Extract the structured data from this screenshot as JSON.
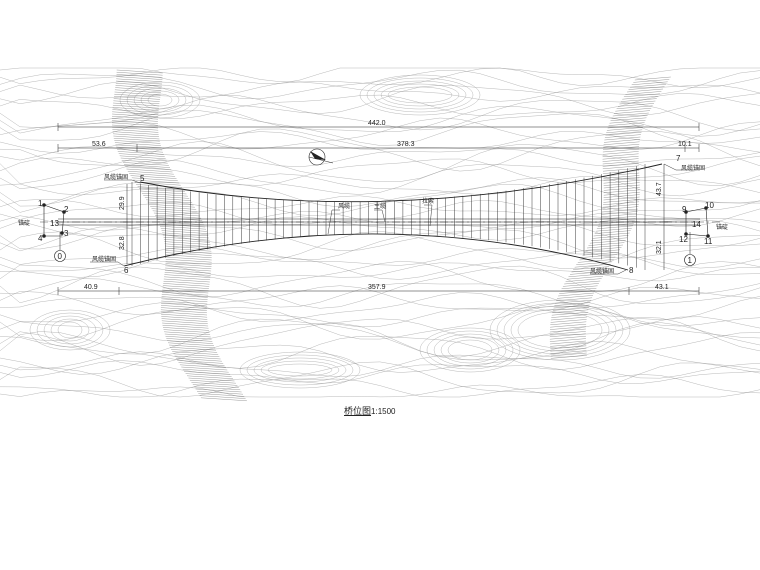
{
  "dimensions": {
    "top_total": "442.0",
    "top_left_offset": "53.6",
    "top_main": "378.3",
    "top_right_offset": "10.1",
    "bottom_left": "40.9",
    "bottom_main": "357.9",
    "bottom_right": "43.1",
    "left_upper": "29.9",
    "left_lower": "32.8",
    "right_upper": "43.7",
    "right_lower": "32.1"
  },
  "labels": {
    "wind_anchor_top_left": "风缆锚固",
    "wind_anchor_bottom_left": "风缆锚固",
    "wind_anchor_top_right": "风缆锚固",
    "wind_anchor_bottom_right": "风缆锚固",
    "anchor_left": "锚碇",
    "anchor_right": "锚碇",
    "wind_cable": "风缆",
    "main_cable": "主缆",
    "tie_cable": "拉索"
  },
  "points": [
    "1",
    "2",
    "3",
    "4",
    "13",
    "5",
    "6",
    "7",
    "8",
    "9",
    "10",
    "11",
    "12",
    "14"
  ],
  "axes": {
    "left": "0",
    "right": "1"
  },
  "caption": {
    "title": "桥位图",
    "scale": "1:1500"
  },
  "colors": {
    "ink": "#222222",
    "contour": "#9a9a9a"
  }
}
